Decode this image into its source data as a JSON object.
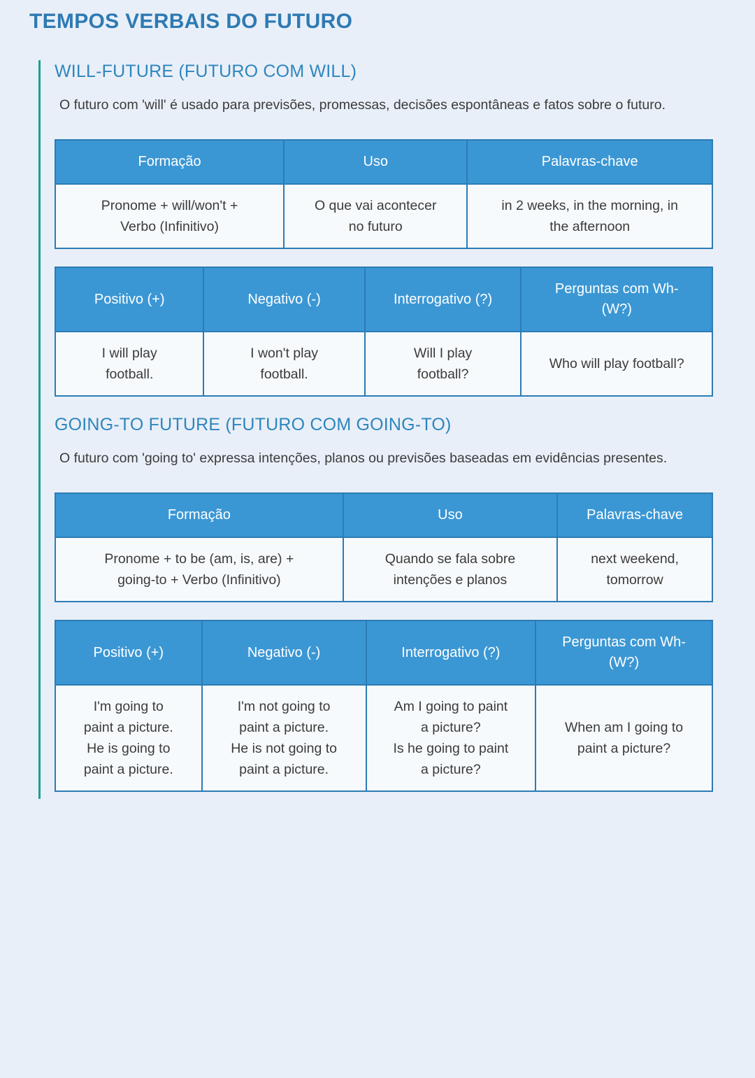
{
  "page": {
    "title": "TEMPOS VERBAIS DO FUTURO",
    "colors": {
      "background": "#e9eff8",
      "title_blue": "#2e7ab3",
      "heading_blue": "#2e86bd",
      "table_header_blue": "#3b97d4",
      "table_border_blue": "#2b7cb5",
      "cell_background": "#f7fafc",
      "section_rule_teal": "#1aa18d",
      "body_text": "#3b3b3b"
    }
  },
  "sections": [
    {
      "heading": "WILL-FUTURE (FUTURO COM WILL)",
      "description": "O futuro com 'will' é usado para previsões, promessas, decisões espontâneas e fatos sobre o futuro.",
      "formation_table": {
        "headers": [
          "Formação",
          "Uso",
          "Palavras-chave"
        ],
        "row": [
          "Pronome + will/won't +\nVerbo (Infinitivo)",
          "O que vai acontecer\nno futuro",
          "in 2 weeks, in the morning, in\nthe afternoon"
        ]
      },
      "forms_table": {
        "headers": [
          "Positivo (+)",
          "Negativo (-)",
          "Interrogativo (?)",
          "Perguntas com Wh-\n(W?)"
        ],
        "row": [
          "I will play\nfootball.",
          "I won't play\nfootball.",
          "Will I play\nfootball?",
          "Who will play football?"
        ]
      }
    },
    {
      "heading": "GOING-TO FUTURE (FUTURO COM GOING-TO)",
      "description": "O futuro com 'going to' expressa intenções, planos ou previsões baseadas em evidências presentes.",
      "formation_table": {
        "headers": [
          "Formação",
          "Uso",
          "Palavras-chave"
        ],
        "row": [
          "Pronome + to be (am, is, are) +\ngoing-to + Verbo (Infinitivo)",
          "Quando se fala sobre\nintenções e planos",
          "next weekend,\ntomorrow"
        ]
      },
      "forms_table": {
        "headers": [
          "Positivo (+)",
          "Negativo (-)",
          "Interrogativo (?)",
          "Perguntas com Wh-\n(W?)"
        ],
        "row": [
          "I'm going to\npaint a picture.\nHe is going to\npaint a picture.",
          "I'm not going to\npaint a picture.\nHe is not going to\npaint a picture.",
          "Am I going to paint\na picture?\nIs he going to paint\na picture?",
          "When am I going to\npaint a picture?"
        ]
      }
    }
  ]
}
